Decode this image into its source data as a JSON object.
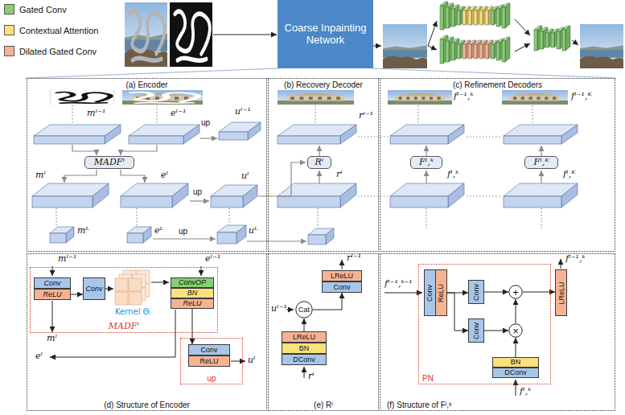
{
  "diagram": {
    "nodes": [
      {
        "text": [
          "Coarse Inpainting Network"
        ]
      },
      {
        "text": [
          "(a) Encoder"
        ]
      },
      {
        "text": [
          "MADFˡ"
        ],
        "in": 1
      },
      {
        "text": [
          "(b) Recovery Decoder"
        ]
      },
      {
        "text": [
          "Rˡ"
        ],
        "in": 3
      },
      {
        "text": [
          "(c) Refinement Decoders"
        ]
      },
      {
        "text": [
          "Fˡ,ᵏ"
        ],
        "in": 5
      },
      {
        "text": [
          "Fˡ,ᴷ"
        ],
        "in": 5
      },
      {
        "text": [
          "(d) Structure of Encoder"
        ]
      },
      {
        "text": [
          "MADFˡ"
        ],
        "in": 8
      },
      {
        "text": [
          "Conv"
        ],
        "in": 9
      },
      {
        "text": [
          "ReLU"
        ],
        "in": 9
      },
      {
        "text": [
          "Conv"
        ],
        "in": 9
      },
      {
        "text": [
          "ConvOP"
        ],
        "in": 9
      },
      {
        "text": [
          "BN"
        ],
        "in": 9
      },
      {
        "text": [
          "ReLU"
        ],
        "in": 9
      },
      {
        "text": [
          "up"
        ],
        "in": 8
      },
      {
        "text": [
          "Conv"
        ],
        "in": 16
      },
      {
        "text": [
          "ReLU"
        ],
        "in": 16
      },
      {
        "text": [
          "(e) Rˡ"
        ]
      },
      {
        "text": [
          "LReLU"
        ],
        "in": 19
      },
      {
        "text": [
          "Conv"
        ],
        "in": 19
      },
      {
        "text": [
          "Cat"
        ],
        "in": 19
      },
      {
        "text": [
          "LReLU"
        ],
        "in": 19
      },
      {
        "text": [
          "BN"
        ],
        "in": 19
      },
      {
        "text": [
          "DConv"
        ],
        "in": 19
      },
      {
        "text": [
          "(f) Structure of Fˡ,ᵏ"
        ]
      },
      {
        "text": [
          "PN"
        ],
        "in": 26
      },
      {
        "text": [
          "Conv"
        ],
        "in": 27
      },
      {
        "text": [
          "ReLU"
        ],
        "in": 27
      },
      {
        "text": [
          "Conv"
        ],
        "in": 27
      },
      {
        "text": [
          "Conv"
        ],
        "in": 27
      },
      {
        "text": [
          "+"
        ],
        "in": 27
      },
      {
        "text": [
          "×"
        ],
        "in": 27
      },
      {
        "text": [
          "BN"
        ],
        "in": 27
      },
      {
        "text": [
          "DConv"
        ],
        "in": 27
      },
      {
        "text": [
          "LReLU"
        ],
        "in": 26
      }
    ],
    "edges": [
      {
        "from": 11,
        "to": 12,
        "arrow": "to"
      },
      {
        "from": 15,
        "to": 17,
        "arrow": "to"
      },
      {
        "from": 22,
        "to": 21,
        "arrow": "to"
      },
      {
        "from": 23,
        "to": 22,
        "arrow": "to"
      },
      {
        "from": 29,
        "to": 30,
        "arrow": "to"
      },
      {
        "from": 29,
        "to": 31,
        "arrow": "to"
      },
      {
        "from": 30,
        "to": 32,
        "arrow": "to"
      },
      {
        "from": 31,
        "to": 33,
        "arrow": "to"
      },
      {
        "from": 33,
        "to": 32,
        "arrow": "to"
      },
      {
        "from": 34,
        "to": 33,
        "arrow": "to"
      },
      {
        "from": 32,
        "to": 36,
        "arrow": "to"
      }
    ],
    "labels": [
      "mˡ⁻¹",
      "eˡ⁻¹",
      "up",
      "uˡ⁻¹",
      "mˡ",
      "eˡ",
      "up",
      "uˡ",
      "mᴸ",
      "eᴸ",
      "up",
      "uᴸ",
      "rˡ⁻¹",
      "rˡ",
      "fˡ⁻¹,ᵏ",
      "fˡ,ᵏ",
      "fˡ⁻¹,ᴷ",
      "fˡ,ᴷ",
      "mˡ⁻¹",
      "eˡ⁻¹",
      "Kernel Θₗ",
      "mˡ",
      "eˡ",
      "uˡ",
      "rˡ⁻¹",
      "uˡ⁻¹",
      "rˡ",
      "fˡ⁻¹,ᵏ⁻¹",
      "fˡ⁻¹,ᵏ",
      "fˡ,ᵏ"
    ],
    "legend": [
      {
        "text": "Gated Conv",
        "color": "#86cf74"
      },
      {
        "text": "Contextual Attention",
        "color": "#fbe07c"
      },
      {
        "text": "Dilated Gated Conv",
        "color": "#f5b393"
      }
    ]
  }
}
